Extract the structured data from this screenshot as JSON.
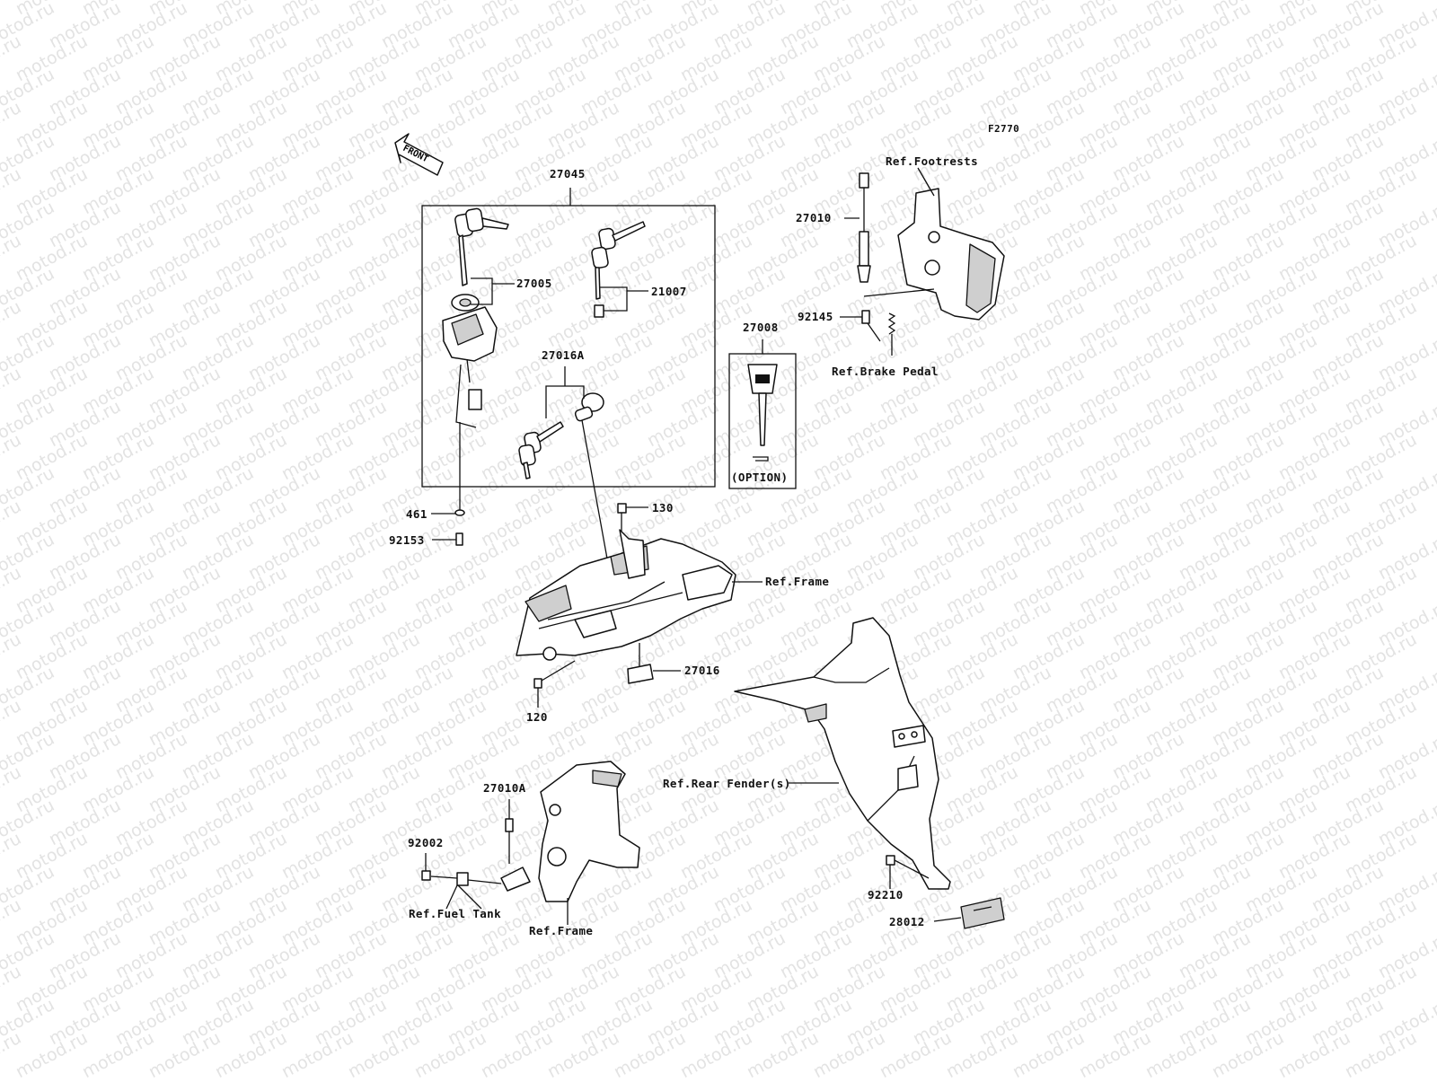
{
  "diagram": {
    "code": "F2770",
    "front_label": "FRONT",
    "watermark": "motod.ru",
    "line_color": "#111111",
    "watermark_color": "#e3e3e3",
    "labels": {
      "kit": "27045",
      "ignition_switch": "27005",
      "lock_seat": "21007",
      "lock_helmet": "27016A",
      "key_blank": "27008",
      "option": "(OPTION)",
      "stand_switch": "27010",
      "spring": "92145",
      "ref_footrests": "Ref.Footrests",
      "ref_brake_pedal": "Ref.Brake Pedal",
      "washer_461": "461",
      "bolt_92153": "92153",
      "bolt_130": "130",
      "ref_frame_top": "Ref.Frame",
      "holder_27016": "27016",
      "bolt_120": "120",
      "switch_27010A": "27010A",
      "bolt_92002": "92002",
      "ref_fuel_tank": "Ref.Fuel Tank",
      "ref_frame_bottom": "Ref.Frame",
      "ref_rear_fender": "Ref.Rear Fender(s)",
      "bolt_92210": "92210",
      "reflector_28012": "28012"
    }
  }
}
